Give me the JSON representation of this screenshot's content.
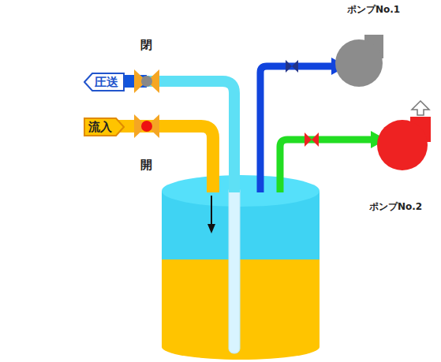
{
  "diagram": {
    "nodes": [
      {
        "text": [
          "圧送"
        ]
      },
      {
        "text": [
          "流入"
        ]
      }
    ],
    "labels": [
      "閉",
      "開",
      "ポンプNo.1",
      "ポンプNo.2"
    ]
  }
}
